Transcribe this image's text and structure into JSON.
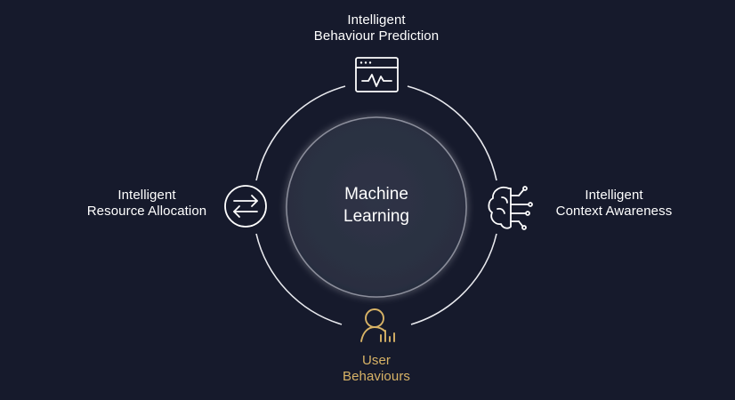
{
  "center": {
    "line1": "Machine",
    "line2": "Learning"
  },
  "nodes": {
    "top": {
      "line1": "Intelligent",
      "line2": "Behaviour Prediction",
      "icon": "browser-pulse-icon"
    },
    "left": {
      "line1": "Intelligent",
      "line2": "Resource Allocation",
      "icon": "swap-arrows-icon"
    },
    "right": {
      "line1": "Intelligent",
      "line2": "Context Awareness",
      "icon": "brain-circuit-icon"
    },
    "bottom": {
      "line1": "User",
      "line2": "Behaviours",
      "icon": "user-analytics-icon"
    }
  },
  "colors": {
    "background": "#161a2c",
    "text": "#ffffff",
    "accent": "#d8b366",
    "center_fill": "#2f3446"
  }
}
